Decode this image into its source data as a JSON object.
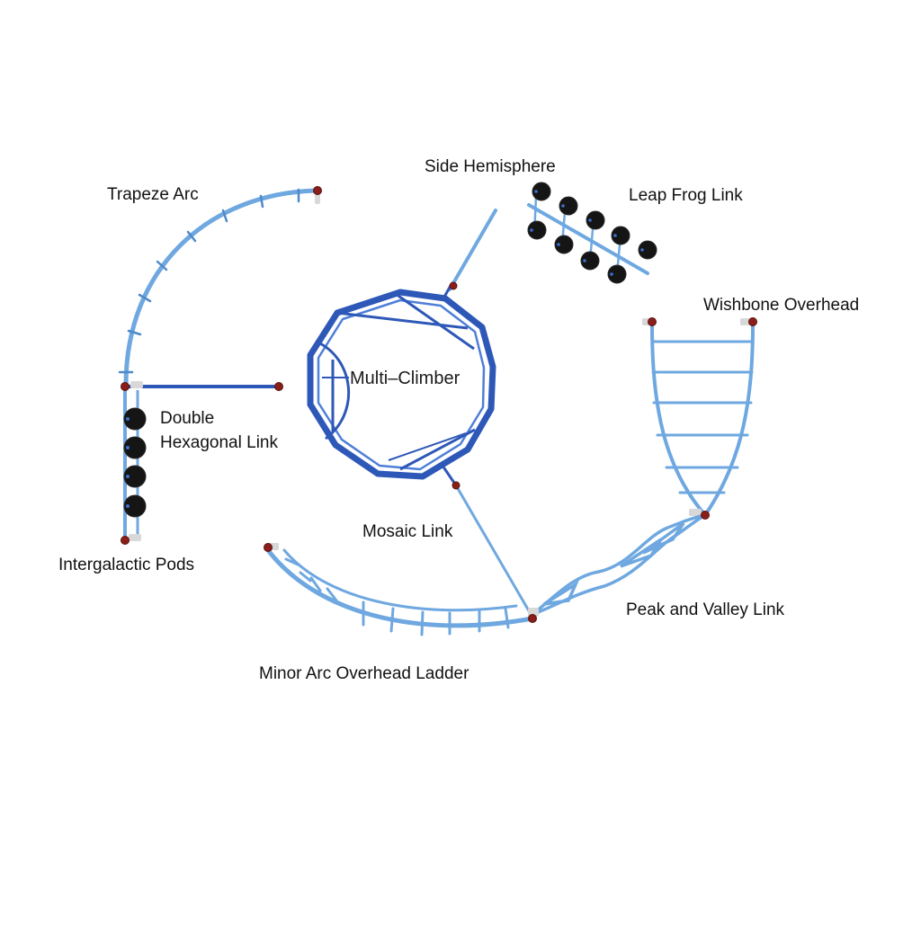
{
  "labels": {
    "trapeze_arc": "Trapeze Arc",
    "side_hemisphere": "Side Hemisphere",
    "leap_frog_link": "Leap Frog Link",
    "wishbone_overhead": "Wishbone Overhead",
    "multi_climber": "Multi–Climber",
    "double_hex_line1": "Double",
    "double_hex_line2": "Hexagonal Link",
    "mosaic_link": "Mosaic Link",
    "intergalactic_pods": "Intergalactic Pods",
    "peak_and_valley_link": "Peak and Valley Link",
    "minor_arc_overhead_ladder": "Minor Arc Overhead Ladder"
  },
  "colors": {
    "light_blue": "#6fa8e0",
    "light_blue_dark": "#4f89c9",
    "dark_blue": "#2e58b8",
    "pod_black": "#151515",
    "post_cap_red": "#8a1e18",
    "background": "#ffffff"
  }
}
